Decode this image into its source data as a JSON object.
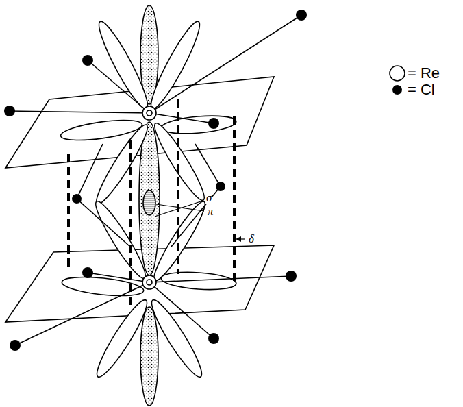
{
  "diagram": {
    "labels": [
      "σ",
      "π",
      "δ"
    ],
    "legend": [
      {
        "text": "= Re"
      },
      {
        "text": "= Cl"
      }
    ]
  }
}
